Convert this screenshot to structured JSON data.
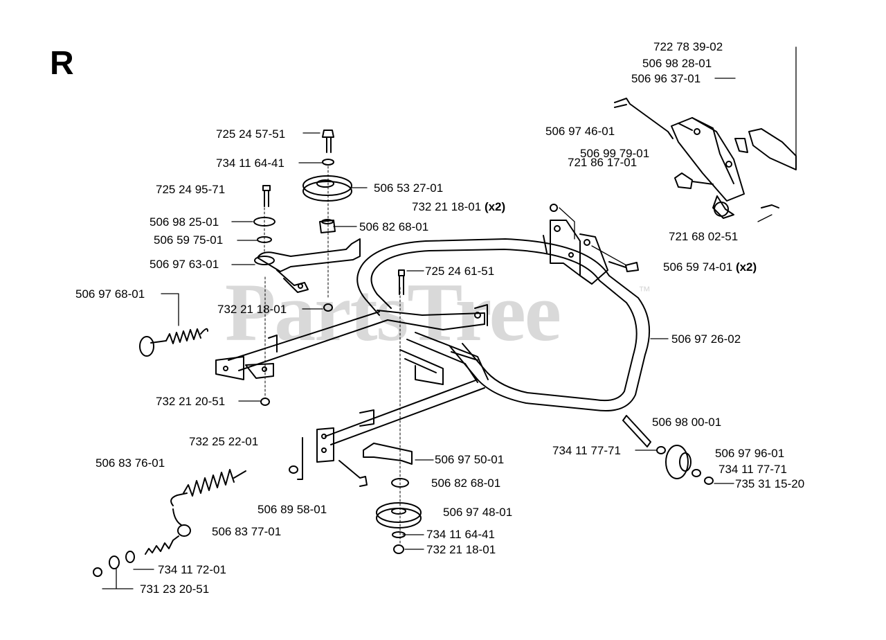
{
  "section": "R",
  "watermark": "PartsTree",
  "watermark_tm": "™",
  "labels": [
    {
      "id": "l01",
      "text": "722 78 39-02"
    },
    {
      "id": "l02",
      "text": "506 98 28-01"
    },
    {
      "id": "l03",
      "text": "506 96 37-01"
    },
    {
      "id": "l04",
      "text": "506 97 46-01"
    },
    {
      "id": "l05",
      "text": "506 99 79-01"
    },
    {
      "id": "l06",
      "text": "721 86 17-01"
    },
    {
      "id": "l07",
      "text": "721 68 02-51"
    },
    {
      "id": "l08",
      "text": "506 59 74-01",
      "qty": "(x2)"
    },
    {
      "id": "l09",
      "text": "725 24 57-51"
    },
    {
      "id": "l10",
      "text": "734 11 64-41"
    },
    {
      "id": "l11",
      "text": "725 24 95-71"
    },
    {
      "id": "l12",
      "text": "506 53 27-01"
    },
    {
      "id": "l13",
      "text": "732 21 18-01",
      "qty": "(x2)"
    },
    {
      "id": "l14",
      "text": "506 98 25-01"
    },
    {
      "id": "l15",
      "text": "506 82 68-01"
    },
    {
      "id": "l16",
      "text": "506 59 75-01"
    },
    {
      "id": "l17",
      "text": "506 97 63-01"
    },
    {
      "id": "l18",
      "text": "725 24 61-51"
    },
    {
      "id": "l19",
      "text": "506 97 68-01"
    },
    {
      "id": "l20",
      "text": "732 21 18-01"
    },
    {
      "id": "l21",
      "text": "506 97 26-02"
    },
    {
      "id": "l22",
      "text": "732 21 20-51"
    },
    {
      "id": "l23",
      "text": "506 98 00-01"
    },
    {
      "id": "l24",
      "text": "732 25 22-01"
    },
    {
      "id": "l25",
      "text": "734 11 77-71"
    },
    {
      "id": "l26",
      "text": "506 97 96-01"
    },
    {
      "id": "l27",
      "text": "506 83 76-01"
    },
    {
      "id": "l28",
      "text": "506 97 50-01"
    },
    {
      "id": "l29",
      "text": "734 11 77-71"
    },
    {
      "id": "l30",
      "text": "735 31 15-20"
    },
    {
      "id": "l31",
      "text": "506 82 68-01"
    },
    {
      "id": "l32",
      "text": "506 89 58-01"
    },
    {
      "id": "l33",
      "text": "506 97 48-01"
    },
    {
      "id": "l34",
      "text": "506 83 77-01"
    },
    {
      "id": "l35",
      "text": "734 11 64-41"
    },
    {
      "id": "l36",
      "text": "732 21 18-01"
    },
    {
      "id": "l37",
      "text": "734 11 72-01"
    },
    {
      "id": "l38",
      "text": "731 23 20-51"
    }
  ]
}
